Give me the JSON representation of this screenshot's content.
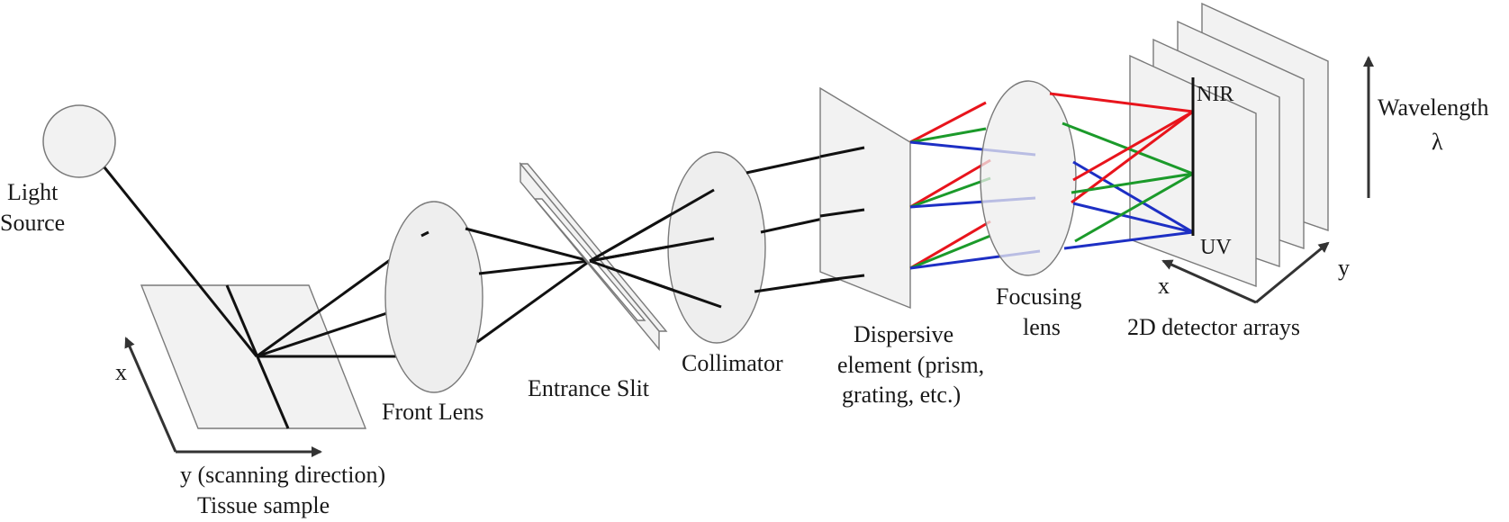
{
  "labels": {
    "light_source_line1": "Light",
    "light_source_line2": "Source",
    "tissue_axis_x": "x",
    "tissue_axis_y": "y (scanning direction)",
    "tissue_sample": "Tissue sample",
    "front_lens": "Front Lens",
    "entrance_slit": "Entrance Slit",
    "collimator": "Collimator",
    "dispersive_line1": "Dispersive",
    "dispersive_line2": "element (prism,",
    "dispersive_line3": "grating, etc.)",
    "focusing_line1": "Focusing",
    "focusing_line2": "lens",
    "detector_arrays": "2D detector arrays",
    "detector_axis_x": "x",
    "detector_axis_y": "y",
    "nir": "NIR",
    "uv": "UV",
    "wavelength": "Wavelength",
    "lambda": "λ"
  },
  "colors": {
    "red_ray": "#e8141c",
    "green_ray": "#1b9a2a",
    "blue_ray": "#1d2fc4",
    "black_ray": "#111111"
  }
}
